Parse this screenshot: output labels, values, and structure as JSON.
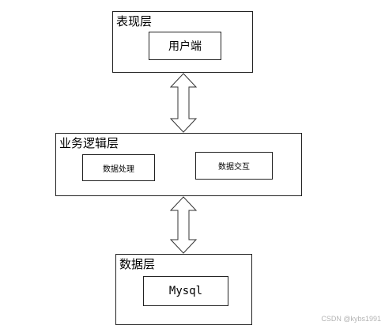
{
  "layers": {
    "presentation": {
      "title": "表现层",
      "box": "用户端"
    },
    "business": {
      "title": "业务逻辑层",
      "boxes": [
        "数据处理",
        "数据交互"
      ]
    },
    "data": {
      "title": "数据层",
      "box": "Mysql"
    }
  },
  "watermark": "CSDN @kybs1991"
}
